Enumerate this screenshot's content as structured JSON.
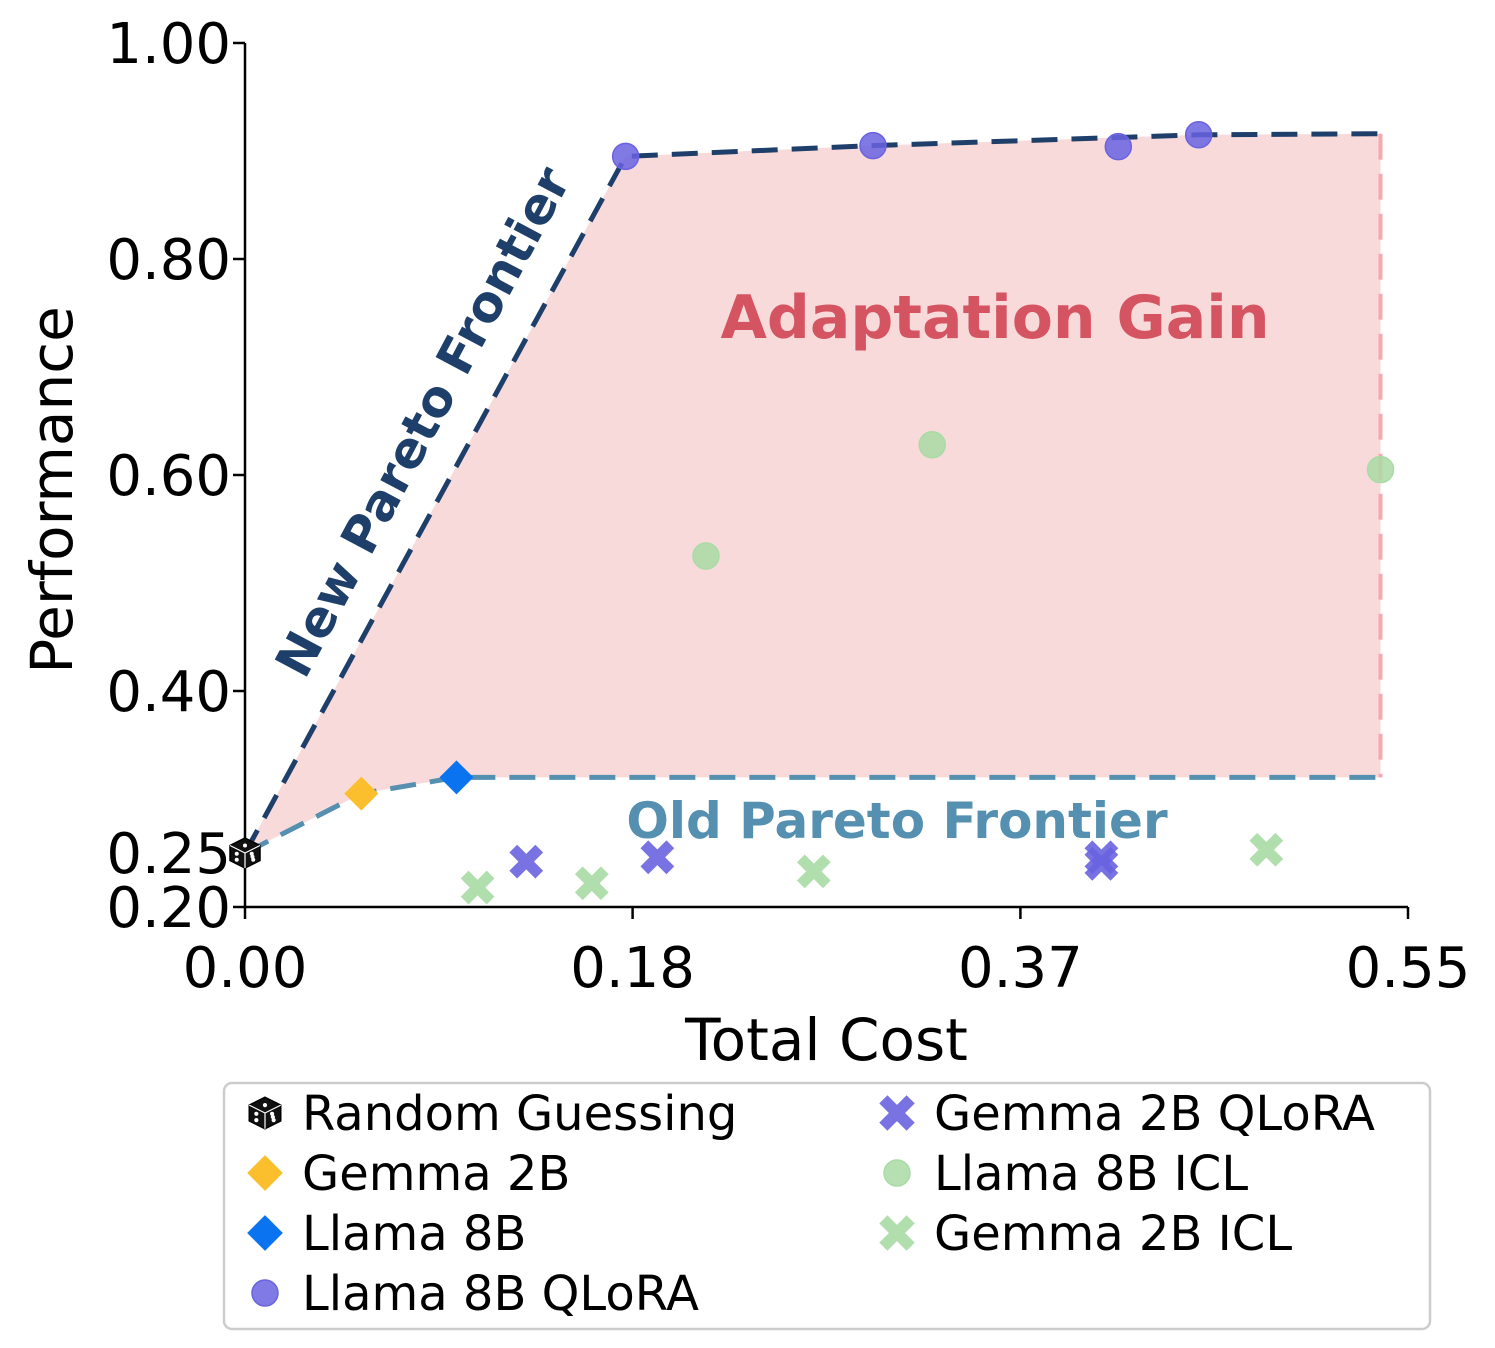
{
  "chart_data": {
    "type": "scatter",
    "xlabel": "Total Cost",
    "ylabel": "Performance",
    "xlim": [
      0.0,
      0.55
    ],
    "ylim": [
      0.2,
      1.0
    ],
    "xticks": [
      0.0,
      0.1833,
      0.3667,
      0.55
    ],
    "xtick_labels": [
      "0.00",
      "0.18",
      "0.37",
      "0.55"
    ],
    "yticks": [
      0.2,
      0.25,
      0.4,
      0.6,
      0.8,
      1.0
    ],
    "ytick_labels": [
      "0.20",
      "0.25",
      "0.40",
      "0.60",
      "0.80",
      "1.00"
    ],
    "grid": false,
    "legend_position": "bottom",
    "series": [
      {
        "name": "Random Guessing",
        "marker": "dice",
        "color": "#000000",
        "points": [
          [
            0.0,
            0.25
          ]
        ]
      },
      {
        "name": "Gemma 2B",
        "marker": "diamond",
        "color": "#fbbf2e",
        "points": [
          [
            0.055,
            0.305
          ]
        ]
      },
      {
        "name": "Llama 8B",
        "marker": "diamond",
        "color": "#0a74f0",
        "points": [
          [
            0.1,
            0.32
          ]
        ]
      },
      {
        "name": "Llama 8B QLoRA",
        "marker": "circle",
        "color": "#6a63e0",
        "points": [
          [
            0.18,
            0.895
          ],
          [
            0.297,
            0.905
          ],
          [
            0.413,
            0.904
          ],
          [
            0.451,
            0.915
          ]
        ]
      },
      {
        "name": "Gemma 2B QLoRA",
        "marker": "x",
        "color": "#6a63e0",
        "points": [
          [
            0.133,
            0.242
          ],
          [
            0.195,
            0.246
          ],
          [
            0.405,
            0.246
          ],
          [
            0.405,
            0.24
          ]
        ]
      },
      {
        "name": "Llama 8B ICL",
        "marker": "circle",
        "color": "#a9dba5",
        "points": [
          [
            0.218,
            0.525
          ],
          [
            0.325,
            0.628
          ],
          [
            0.537,
            0.605
          ]
        ]
      },
      {
        "name": "Gemma 2B ICL",
        "marker": "x",
        "color": "#a9dba5",
        "points": [
          [
            0.11,
            0.218
          ],
          [
            0.164,
            0.222
          ],
          [
            0.269,
            0.233
          ],
          [
            0.483,
            0.253
          ]
        ]
      }
    ],
    "frontiers": [
      {
        "label": "New Pareto Frontier",
        "color": "#1f3f6b",
        "points": [
          [
            0.0,
            0.25
          ],
          [
            0.18,
            0.895
          ],
          [
            0.297,
            0.905
          ],
          [
            0.451,
            0.915
          ],
          [
            0.537,
            0.916
          ]
        ]
      },
      {
        "label": "Old Pareto Frontier",
        "color": "#5590b0",
        "points": [
          [
            0.0,
            0.25
          ],
          [
            0.055,
            0.305
          ],
          [
            0.1,
            0.32
          ],
          [
            0.537,
            0.32
          ]
        ]
      }
    ],
    "shaded_region": {
      "label": "Adaptation Gain",
      "color": "#f5c1c2",
      "text_color": "#d45462"
    }
  }
}
